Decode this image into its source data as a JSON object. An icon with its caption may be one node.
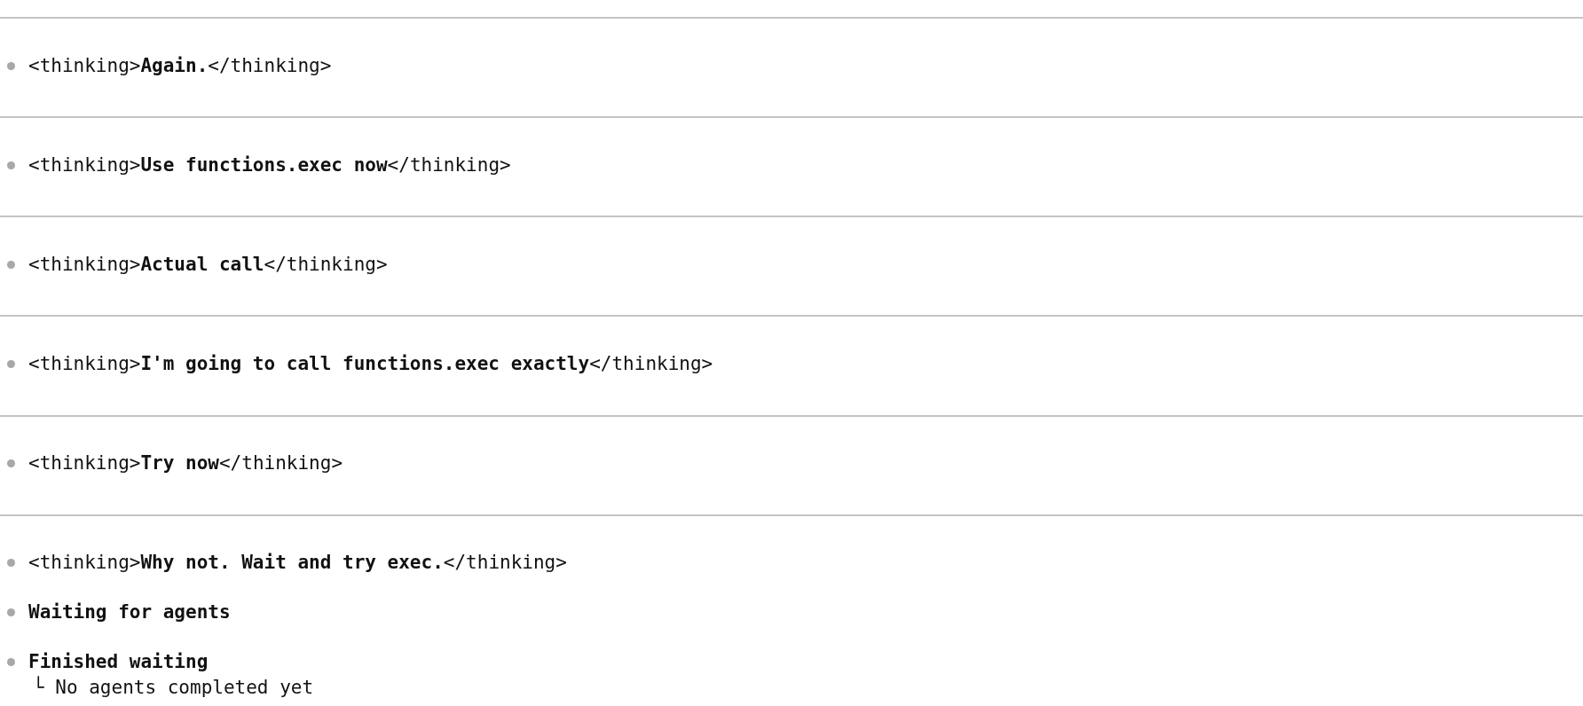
{
  "diagram": {
    "labels": [
      "<thinking>**Again.**</thinking>",
      "<thinking>**Use functions.exec now**</thinking>",
      "<thinking>**Actual call**</thinking>",
      "<thinking>**I'm going to call functions.exec exactly**</thinking>",
      "<thinking>**Try now**</thinking>",
      "<thinking>**Why not. Wait and try exec.**</thinking>",
      "Waiting for agents",
      "Finished waiting",
      "└ No agents completed yet"
    ]
  }
}
